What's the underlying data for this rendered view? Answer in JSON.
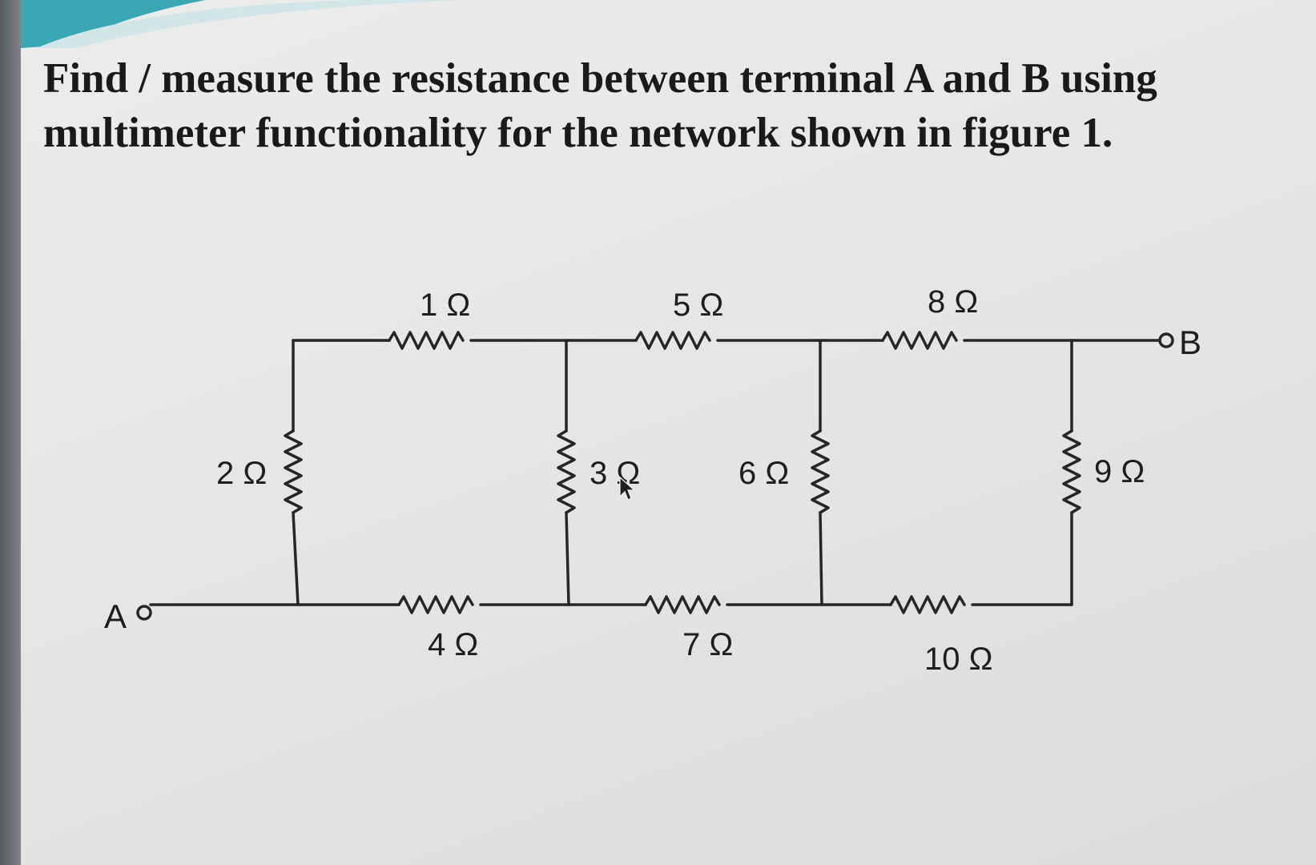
{
  "question": {
    "line1": "Find / measure the resistance between terminal A and B using",
    "line2": "multimeter  functionality for the network shown in figure 1."
  },
  "colors": {
    "accent": "#3aa7b4",
    "wire": "#262626",
    "text": "#1a1a1a",
    "background": "#e6e6e6"
  },
  "circuit": {
    "terminal_a": "A",
    "terminal_b": "B",
    "resistors": {
      "r1": "1 Ω",
      "r2": "2 Ω",
      "r3": "3 Ω",
      "r4": "4 Ω",
      "r5": "5 Ω",
      "r6": "6 Ω",
      "r7": "7 Ω",
      "r8": "8 Ω",
      "r9": "9 Ω",
      "r10": "10 Ω"
    }
  }
}
